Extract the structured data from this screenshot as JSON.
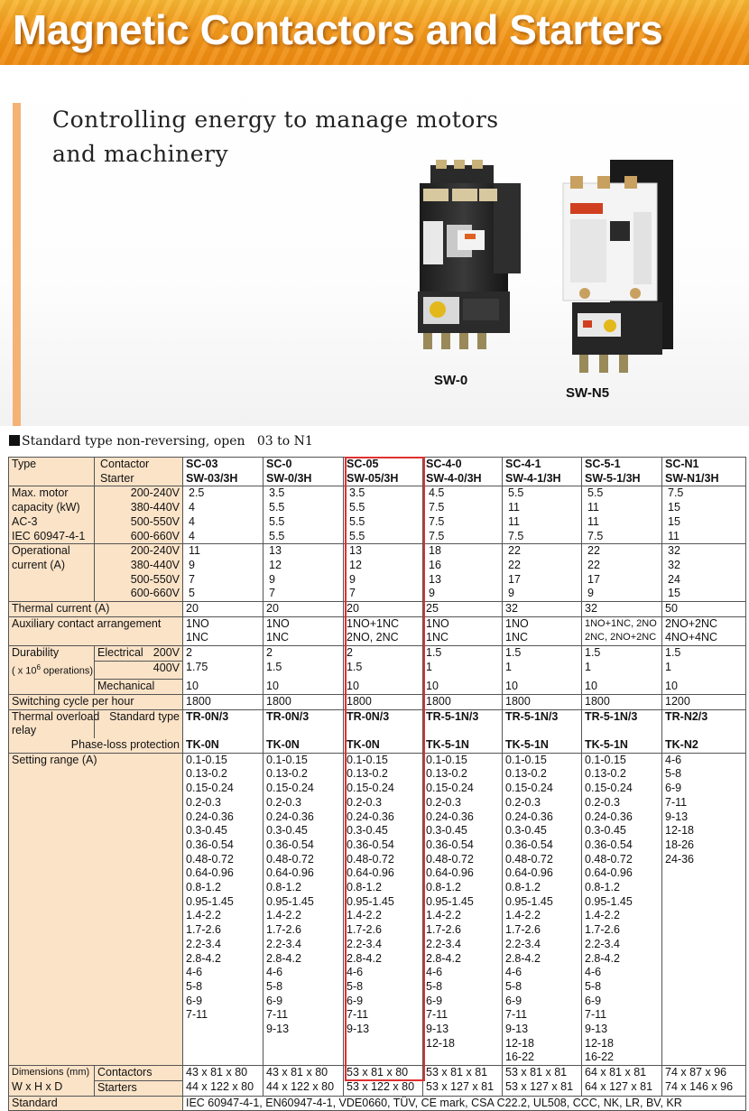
{
  "banner": {
    "title": "Magnetic Contactors and Starters"
  },
  "hero": {
    "tagline": "Controlling energy to manage motors\nand machinery",
    "products": [
      {
        "caption": "SW-0"
      },
      {
        "caption": "SW-N5"
      }
    ]
  },
  "section": {
    "title": "Standard type non-reversing, open   03 to N1"
  },
  "table": {
    "header": {
      "type": "Type",
      "contactor": "Contactor",
      "starter": "Starter",
      "contactors": [
        "SC-03",
        "SC-0",
        "SC-05",
        "SC-4-0",
        "SC-4-1",
        "SC-5-1",
        "SC-N1"
      ],
      "starters": [
        "SW-03/3H",
        "SW-0/3H",
        "SW-05/3H",
        "SW-4-0/3H",
        "SW-4-1/3H",
        "SW-5-1/3H",
        "SW-N1/3H"
      ]
    },
    "motor": {
      "labels": [
        "Max. motor",
        "capacity (kW)",
        "AC-3",
        "IEC 60947-4-1"
      ],
      "voltages": [
        "200-240V",
        "380-440V",
        "500-550V",
        "600-660V"
      ],
      "values": [
        [
          "2.5",
          "3.5",
          "3.5",
          "4.5",
          "5.5",
          "5.5",
          "7.5"
        ],
        [
          "4",
          "5.5",
          "5.5",
          "7.5",
          "11",
          "11",
          "15"
        ],
        [
          "4",
          "5.5",
          "5.5",
          "7.5",
          "11",
          "11",
          "15"
        ],
        [
          "4",
          "5.5",
          "5.5",
          "7.5",
          "7.5",
          "7.5",
          "11"
        ]
      ]
    },
    "current": {
      "labels": [
        "Operational",
        "current (A)"
      ],
      "voltages": [
        "200-240V",
        "380-440V",
        "500-550V",
        "600-660V"
      ],
      "values": [
        [
          "11",
          "13",
          "13",
          "18",
          "22",
          "22",
          "32"
        ],
        [
          "9",
          "12",
          "12",
          "16",
          "22",
          "22",
          "32"
        ],
        [
          "7",
          "9",
          "9",
          "13",
          "17",
          "17",
          "24"
        ],
        [
          "5",
          "7",
          "7",
          "9",
          "9",
          "9",
          "15"
        ]
      ]
    },
    "thermal_current": {
      "label": "Thermal current (A)",
      "values": [
        "20",
        "20",
        "20",
        "25",
        "32",
        "32",
        "50"
      ]
    },
    "auxiliary": {
      "label": "Auxiliary contact arrangement",
      "line1": [
        "1NO",
        "1NO",
        "1NO+1NC",
        "1NO",
        "1NO",
        "1NO+1NC, 2NO",
        "2NO+2NC"
      ],
      "line2": [
        "1NC",
        "1NC",
        "2NO, 2NC",
        "1NC",
        "1NC",
        "2NC, 2NO+2NC",
        "4NO+4NC"
      ]
    },
    "durability": {
      "label": "Durability",
      "sublabel_pre": "( x 10",
      "sublabel_exp": "6",
      "sublabel_post": " operations)",
      "electrical": "Electrical",
      "v200": "200V",
      "v400": "400V",
      "mechanical": "Mechanical",
      "elec200": [
        "2",
        "2",
        "2",
        "1.5",
        "1.5",
        "1.5",
        "1.5"
      ],
      "elec400": [
        "1.75",
        "1.5",
        "1.5",
        "1",
        "1",
        "1",
        "1"
      ],
      "mech": [
        "10",
        "10",
        "10",
        "10",
        "10",
        "10",
        "10"
      ]
    },
    "switching": {
      "label": "Switching cycle per hour",
      "values": [
        "1800",
        "1800",
        "1800",
        "1800",
        "1800",
        "1800",
        "1200"
      ]
    },
    "overload": {
      "label1": "Thermal overload",
      "label2": "relay",
      "standard": "Standard type",
      "phase_loss": "Phase-loss protection",
      "standard_values": [
        "TR-0N/3",
        "TR-0N/3",
        "TR-0N/3",
        "TR-5-1N/3",
        "TR-5-1N/3",
        "TR-5-1N/3",
        "TR-N2/3"
      ],
      "phase_values": [
        "TK-0N",
        "TK-0N",
        "TK-0N",
        "TK-5-1N",
        "TK-5-1N",
        "TK-5-1N",
        "TK-N2"
      ]
    },
    "setting": {
      "label": "Setting range (A)",
      "columns": [
        [
          "0.1-0.15",
          "0.13-0.2",
          "0.15-0.24",
          "0.2-0.3",
          "0.24-0.36",
          "0.3-0.45",
          "0.36-0.54",
          "0.48-0.72",
          "0.64-0.96",
          "0.8-1.2",
          "0.95-1.45",
          "1.4-2.2",
          "1.7-2.6",
          "2.2-3.4",
          "2.8-4.2",
          "4-6",
          "5-8",
          "6-9",
          "7-11"
        ],
        [
          "0.1-0.15",
          "0.13-0.2",
          "0.15-0.24",
          "0.2-0.3",
          "0.24-0.36",
          "0.3-0.45",
          "0.36-0.54",
          "0.48-0.72",
          "0.64-0.96",
          "0.8-1.2",
          "0.95-1.45",
          "1.4-2.2",
          "1.7-2.6",
          "2.2-3.4",
          "2.8-4.2",
          "4-6",
          "5-8",
          "6-9",
          "7-11",
          "9-13"
        ],
        [
          "0.1-0.15",
          "0.13-0.2",
          "0.15-0.24",
          "0.2-0.3",
          "0.24-0.36",
          "0.3-0.45",
          "0.36-0.54",
          "0.48-0.72",
          "0.64-0.96",
          "0.8-1.2",
          "0.95-1.45",
          "1.4-2.2",
          "1.7-2.6",
          "2.2-3.4",
          "2.8-4.2",
          "4-6",
          "5-8",
          "6-9",
          "7-11",
          "9-13"
        ],
        [
          "0.1-0.15",
          "0.13-0.2",
          "0.15-0.24",
          "0.2-0.3",
          "0.24-0.36",
          "0.3-0.45",
          "0.36-0.54",
          "0.48-0.72",
          "0.64-0.96",
          "0.8-1.2",
          "0.95-1.45",
          "1.4-2.2",
          "1.7-2.6",
          "2.2-3.4",
          "2.8-4.2",
          "4-6",
          "5-8",
          "6-9",
          "7-11",
          "9-13",
          "12-18"
        ],
        [
          "0.1-0.15",
          "0.13-0.2",
          "0.15-0.24",
          "0.2-0.3",
          "0.24-0.36",
          "0.3-0.45",
          "0.36-0.54",
          "0.48-0.72",
          "0.64-0.96",
          "0.8-1.2",
          "0.95-1.45",
          "1.4-2.2",
          "1.7-2.6",
          "2.2-3.4",
          "2.8-4.2",
          "4-6",
          "5-8",
          "6-9",
          "7-11",
          "9-13",
          "12-18",
          "16-22"
        ],
        [
          "0.1-0.15",
          "0.13-0.2",
          "0.15-0.24",
          "0.2-0.3",
          "0.24-0.36",
          "0.3-0.45",
          "0.36-0.54",
          "0.48-0.72",
          "0.64-0.96",
          "0.8-1.2",
          "0.95-1.45",
          "1.4-2.2",
          "1.7-2.6",
          "2.2-3.4",
          "2.8-4.2",
          "4-6",
          "5-8",
          "6-9",
          "7-11",
          "9-13",
          "12-18",
          "16-22"
        ],
        [
          "4-6",
          "5-8",
          "6-9",
          "7-11",
          "9-13",
          "12-18",
          "18-26",
          "24-36"
        ]
      ]
    },
    "dimensions": {
      "label1": "Dimensions (mm)",
      "label2": "W x H x D",
      "contactors_label": "Contactors",
      "starters_label": "Starters",
      "contactors": [
        "43 x 81 x 80",
        "43 x 81 x 80",
        "53 x 81 x 80",
        "53 x 81 x 81",
        "53 x 81 x 81",
        "64 x 81 x 81",
        "74 x 87 x 96"
      ],
      "starters": [
        "44 x 122 x 80",
        "44 x 122 x 80",
        "53 x 122 x 80",
        "53 x 127 x 81",
        "53 x 127 x 81",
        "64 x 127 x 81",
        "74 x 146 x 96"
      ]
    },
    "standard": {
      "label": "Standard",
      "value": "IEC 60947-4-1, EN60947-4-1, VDE0660, TÜV, CE mark, CSA C22.2, UL508, CCC, NK, LR, BV, KR"
    }
  },
  "colors": {
    "banner": "#f49a1c",
    "label_bg": "#fbe3c8",
    "highlight": "#e03030",
    "accent_bar": "#f4b375"
  }
}
